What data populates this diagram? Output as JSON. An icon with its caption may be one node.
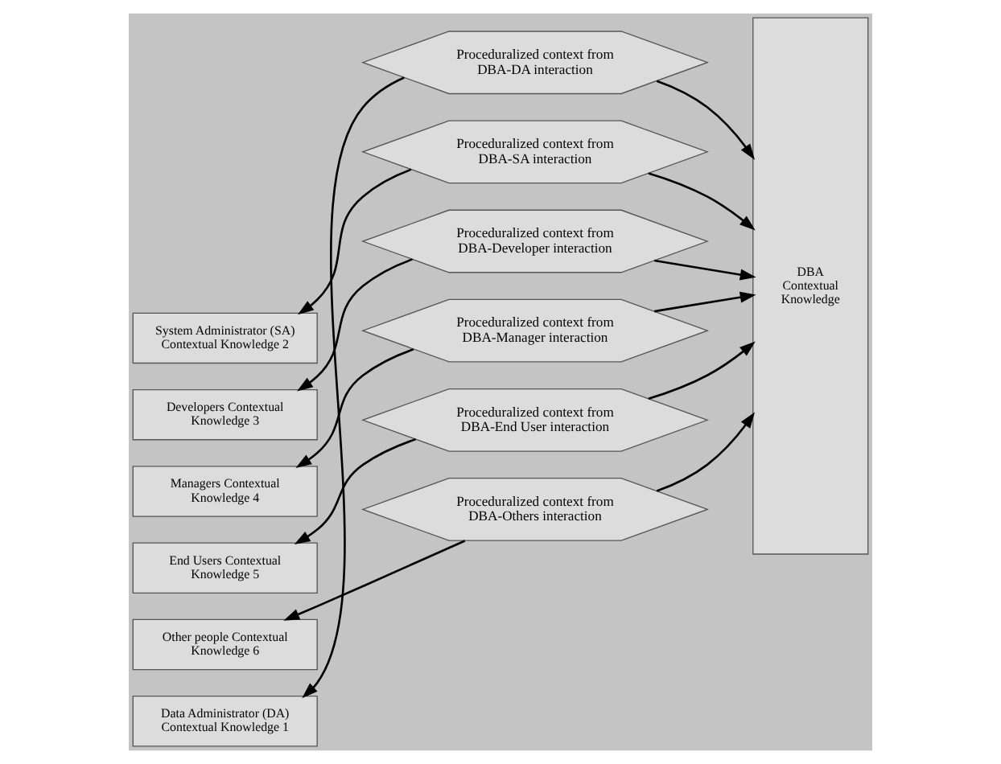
{
  "diagram": {
    "nodes": [
      {
        "text": [
          "Data Administrator (DA) Contextual Knowledge 1"
        ]
      },
      {
        "text": [
          "Proceduralized context from DBA-DA interaction"
        ]
      },
      {
        "text": [
          "System Administrator (SA) Contextual Knowledge 2"
        ]
      },
      {
        "text": [
          "Proceduralized context from DBA-SA interaction"
        ]
      },
      {
        "text": [
          "Developers Contextual Knowledge 3"
        ]
      },
      {
        "text": [
          "Proceduralized context from DBA-Developer interaction"
        ]
      },
      {
        "text": [
          "Managers Contextual Knowledge 4"
        ]
      },
      {
        "text": [
          "Proceduralized context from DBA-Manager interaction"
        ]
      },
      {
        "text": [
          "End Users Contextual Knowledge 5"
        ]
      },
      {
        "text": [
          "Proceduralized context from DBA-End User interaction"
        ]
      },
      {
        "text": [
          "Other people Contextual Knowledge 6"
        ]
      },
      {
        "text": [
          "Proceduralized context from DBA-Others interaction"
        ]
      },
      {
        "text": [
          "DBA Contextual Knowledge"
        ]
      }
    ],
    "edges": [
      {
        "from": 1,
        "to": 0,
        "arrow": "to"
      },
      {
        "from": 1,
        "to": 12,
        "arrow": "to"
      },
      {
        "from": 3,
        "to": 2,
        "arrow": "to"
      },
      {
        "from": 3,
        "to": 12,
        "arrow": "to"
      },
      {
        "from": 5,
        "to": 4,
        "arrow": "to"
      },
      {
        "from": 5,
        "to": 12,
        "arrow": "to"
      },
      {
        "from": 7,
        "to": 6,
        "arrow": "to"
      },
      {
        "from": 7,
        "to": 12,
        "arrow": "to"
      },
      {
        "from": 9,
        "to": 8,
        "arrow": "to"
      },
      {
        "from": 9,
        "to": 12,
        "arrow": "to"
      },
      {
        "from": 11,
        "to": 10,
        "arrow": "to"
      },
      {
        "from": 11,
        "to": 12,
        "arrow": "to"
      }
    ]
  }
}
